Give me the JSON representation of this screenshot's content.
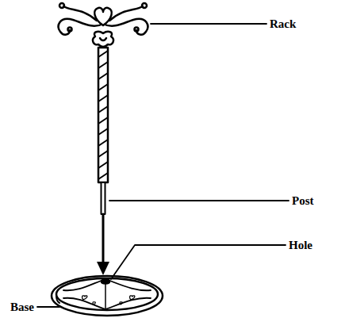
{
  "diagram": {
    "labels": [
      "Rack",
      "Post",
      "Hole",
      "Base"
    ]
  }
}
